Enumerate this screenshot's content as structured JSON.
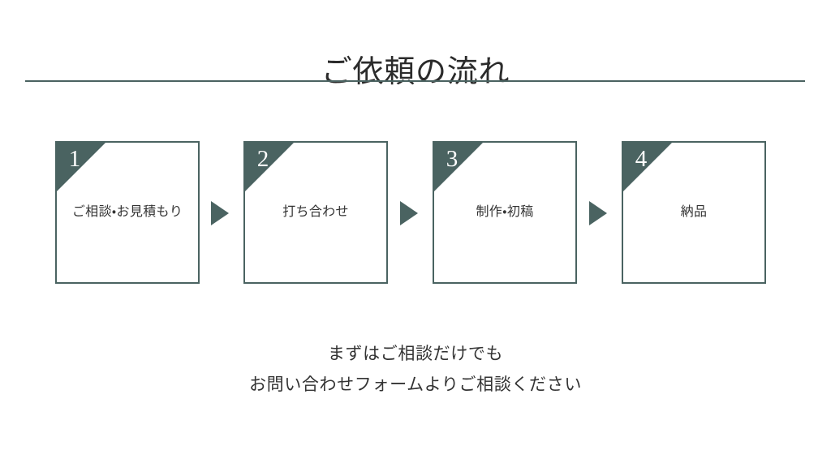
{
  "header": {
    "title": "ご依頼の流れ",
    "divider_color": "#4a6361"
  },
  "theme": {
    "accent": "#4a6361",
    "text": "#333333",
    "background": "#ffffff",
    "number_color": "#ffffff"
  },
  "flow": {
    "arrow_icon": "triangle-right-icon",
    "steps": [
      {
        "number": "1",
        "label": "ご相談・お見積もり"
      },
      {
        "number": "2",
        "label": "打ち合わせ"
      },
      {
        "number": "3",
        "label": "制作・初稿"
      },
      {
        "number": "4",
        "label": "納品"
      }
    ]
  },
  "footer": {
    "lines": [
      "まずはご相談だけでも",
      "お問い合わせフォームよりご相談ください"
    ]
  }
}
